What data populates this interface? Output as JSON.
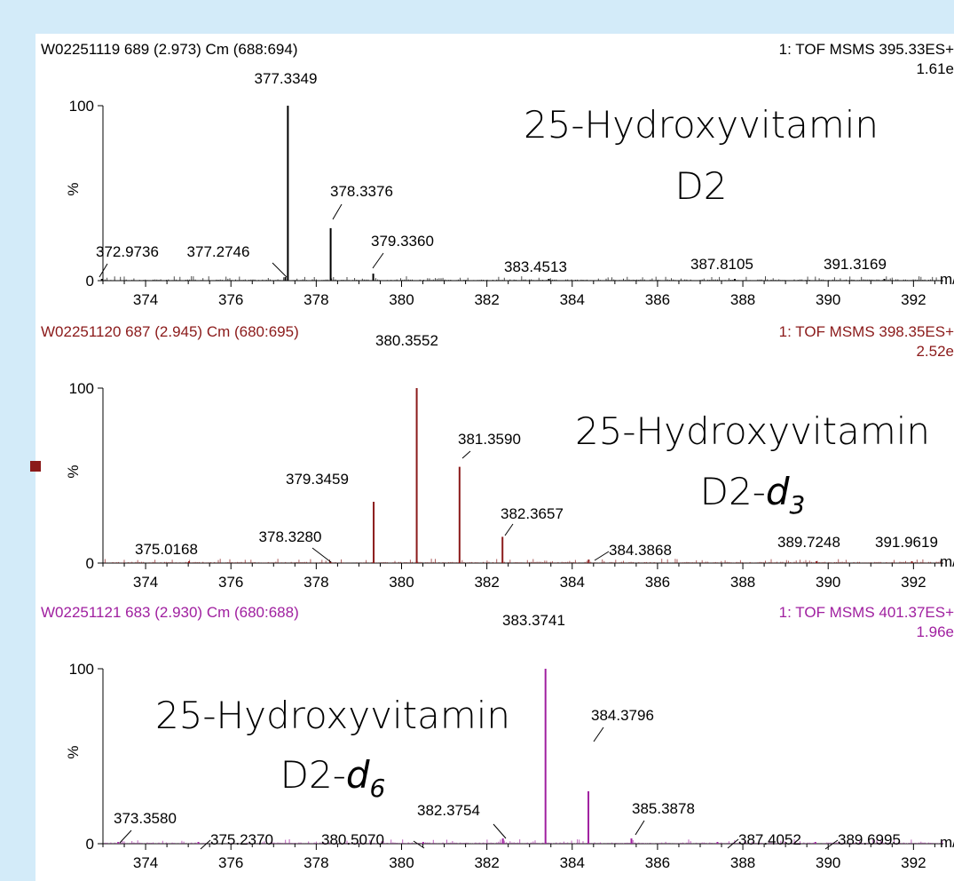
{
  "chart_data": [
    {
      "type": "line",
      "header_left": "W02251119 689 (2.973) Cm (688:694)",
      "header_right": "1: TOF MSMS 395.33ES+",
      "scale_right": "1.61e",
      "compound_line1": "25-Hydroxyvitamin",
      "compound_line2": "D2",
      "compound_subscript": "",
      "ylabel": "%",
      "xlabel": "m/z",
      "y_ticks": [
        "0",
        "100"
      ],
      "xlim": [
        373,
        392.7
      ],
      "ylim": [
        0,
        100
      ],
      "x_ticks": [
        374,
        376,
        378,
        380,
        382,
        384,
        386,
        388,
        390,
        392
      ],
      "color": "#000000",
      "peaks": [
        {
          "mz": 372.9736,
          "intensity": 1,
          "label": "372.9736"
        },
        {
          "mz": 377.2746,
          "intensity": 2,
          "label": "377.2746"
        },
        {
          "mz": 377.3349,
          "intensity": 100,
          "label": "377.3349"
        },
        {
          "mz": 378.3376,
          "intensity": 30,
          "label": "378.3376"
        },
        {
          "mz": 379.336,
          "intensity": 4,
          "label": "379.3360"
        },
        {
          "mz": 383.4513,
          "intensity": 1,
          "label": "383.4513"
        },
        {
          "mz": 387.8105,
          "intensity": 1,
          "label": "387.8105"
        },
        {
          "mz": 391.3169,
          "intensity": 1,
          "label": "391.3169"
        }
      ]
    },
    {
      "type": "line",
      "header_left": "W02251120 687 (2.945) Cm (680:695)",
      "header_right": "1: TOF MSMS 398.35ES+",
      "scale_right": "2.52e",
      "compound_line1": "25-Hydroxyvitamin",
      "compound_line2": "D2-",
      "compound_italic": "d",
      "compound_subscript": "3",
      "ylabel": "%",
      "xlabel": "m/z",
      "y_ticks": [
        "0",
        "100"
      ],
      "xlim": [
        373,
        392.7
      ],
      "ylim": [
        0,
        100
      ],
      "x_ticks": [
        374,
        376,
        378,
        380,
        382,
        384,
        386,
        388,
        390,
        392
      ],
      "color": "#8b1a1a",
      "peaks": [
        {
          "mz": 375.0168,
          "intensity": 1,
          "label": "375.0168"
        },
        {
          "mz": 378.328,
          "intensity": 1,
          "label": "378.3280"
        },
        {
          "mz": 379.3459,
          "intensity": 35,
          "label": "379.3459"
        },
        {
          "mz": 380.3552,
          "intensity": 100,
          "label": "380.3552"
        },
        {
          "mz": 381.359,
          "intensity": 55,
          "label": "381.3590"
        },
        {
          "mz": 382.3657,
          "intensity": 15,
          "label": "382.3657"
        },
        {
          "mz": 384.3868,
          "intensity": 2,
          "label": "384.3868"
        },
        {
          "mz": 389.7248,
          "intensity": 1,
          "label": "389.7248"
        },
        {
          "mz": 391.9619,
          "intensity": 1,
          "label": "391.9619"
        }
      ]
    },
    {
      "type": "line",
      "header_left": "W02251121 683 (2.930) Cm (680:688)",
      "header_right": "1: TOF MSMS 401.37ES+",
      "scale_right": "1.96e",
      "compound_line1": "25-Hydroxyvitamin",
      "compound_line2": "D2-",
      "compound_italic": "d",
      "compound_subscript": "6",
      "ylabel": "%",
      "xlabel": "m/z",
      "y_ticks": [
        "0",
        "100"
      ],
      "xlim": [
        373,
        392.7
      ],
      "ylim": [
        0,
        100
      ],
      "x_ticks": [
        374,
        376,
        378,
        380,
        382,
        384,
        386,
        388,
        390,
        392
      ],
      "color": "#a020a0",
      "peaks": [
        {
          "mz": 373.358,
          "intensity": 1,
          "label": "373.3580"
        },
        {
          "mz": 375.237,
          "intensity": 1,
          "label": "375.2370"
        },
        {
          "mz": 380.507,
          "intensity": 1,
          "label": "380.5070"
        },
        {
          "mz": 382.3754,
          "intensity": 3,
          "label": "382.3754"
        },
        {
          "mz": 383.3741,
          "intensity": 100,
          "label": "383.3741"
        },
        {
          "mz": 384.3796,
          "intensity": 30,
          "label": "384.3796"
        },
        {
          "mz": 385.3878,
          "intensity": 3,
          "label": "385.3878"
        },
        {
          "mz": 387.4052,
          "intensity": 1,
          "label": "387.4052"
        },
        {
          "mz": 389.6995,
          "intensity": 1,
          "label": "389.6995"
        }
      ]
    }
  ]
}
